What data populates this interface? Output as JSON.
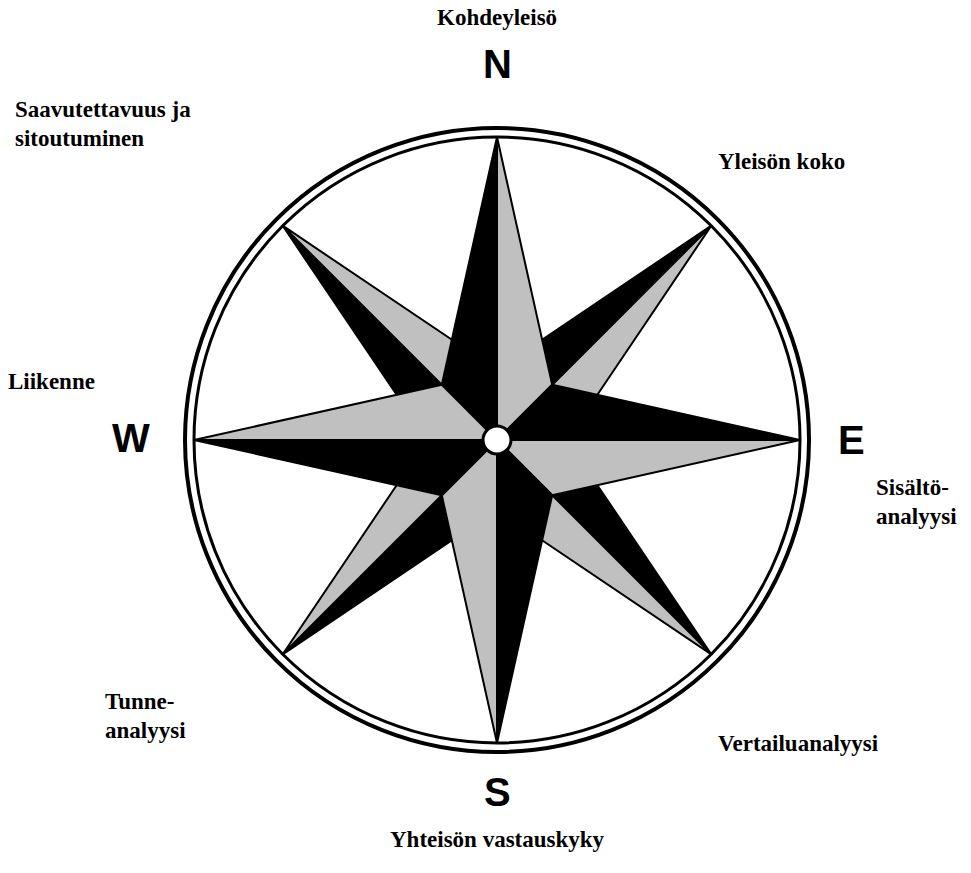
{
  "diagram": {
    "labels": [
      "Kohdeyleisö",
      "N",
      "Saavutettavuus ja sitoutuminen",
      "Yleisön koko",
      "Liikenne",
      "W",
      "E",
      "Sisältö- analyysi",
      "Tunne- analyysi",
      "Vertailuanalyysi",
      "S",
      "Yhteisön vastauskyky"
    ]
  }
}
